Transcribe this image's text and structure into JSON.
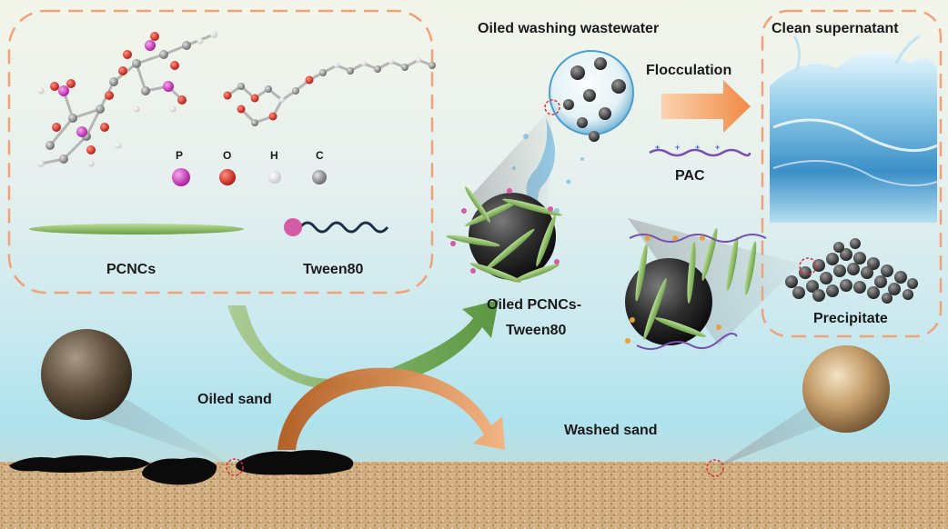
{
  "colors": {
    "dashed_box": "#f0a27a",
    "phosphorus": "#d93fc9",
    "oxygen": "#e33a2e",
    "hydrogen": "#f4f4f4",
    "carbon": "#9c9c9c",
    "cnc_rod": "#8fc267",
    "green_arrow": "#6ea846",
    "orange_arrow": "#f29a5c",
    "pac_chain": "#7a4fb0"
  },
  "legend": {
    "atoms": [
      {
        "symbol": "P",
        "name": "phosphorus"
      },
      {
        "symbol": "O",
        "name": "oxygen"
      },
      {
        "symbol": "H",
        "name": "hydrogen"
      },
      {
        "symbol": "C",
        "name": "carbon"
      }
    ],
    "pcncs_label": "PCNCs",
    "tween80_label": "Tween80"
  },
  "labels": {
    "oiled_washing_wastewater": "Oiled washing wastewater",
    "clean_supernatant": "Clean supernatant",
    "flocculation": "Flocculation",
    "pac": "PAC",
    "oiled_pcncs_line1": "Oiled PCNCs-",
    "oiled_pcncs_line2": "Tween80",
    "precipitate": "Precipitate",
    "oiled_sand": "Oiled sand",
    "washed_sand": "Washed sand"
  }
}
